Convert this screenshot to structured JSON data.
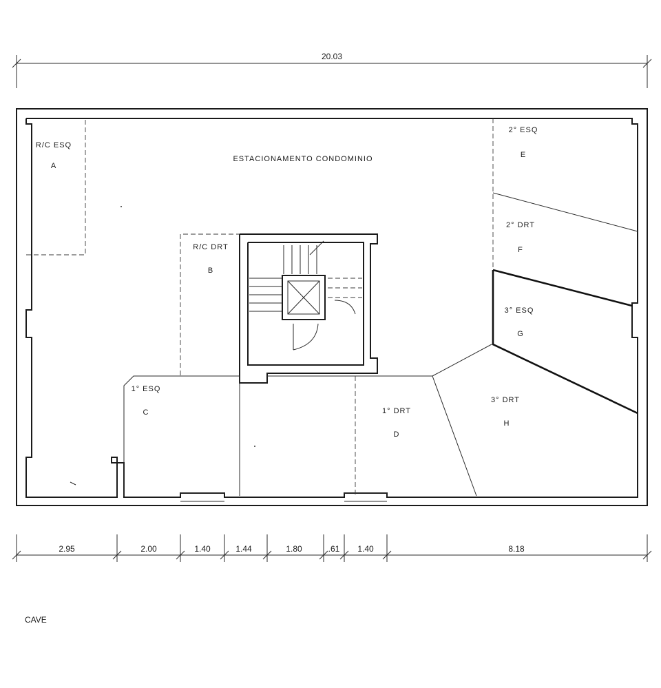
{
  "overall_dimension": "20.03",
  "segment_dimensions": [
    "2.95",
    "2.00",
    "1.40",
    "1.44",
    "1.80",
    ".61",
    "1.40",
    "8.18"
  ],
  "main_area_label": "ESTACIONAMENTO CONDOMINIO",
  "spaces": [
    {
      "title": "R/C ESQ",
      "letter": "A"
    },
    {
      "title": "R/C DRT",
      "letter": "B"
    },
    {
      "title": "1° ESQ",
      "letter": "C"
    },
    {
      "title": "1° DRT",
      "letter": "D"
    },
    {
      "title": "2° ESQ",
      "letter": "E"
    },
    {
      "title": "2° DRT",
      "letter": "F"
    },
    {
      "title": "3° ESQ",
      "letter": "G"
    },
    {
      "title": "3° DRT",
      "letter": "H"
    }
  ],
  "floor_label": "CAVE"
}
